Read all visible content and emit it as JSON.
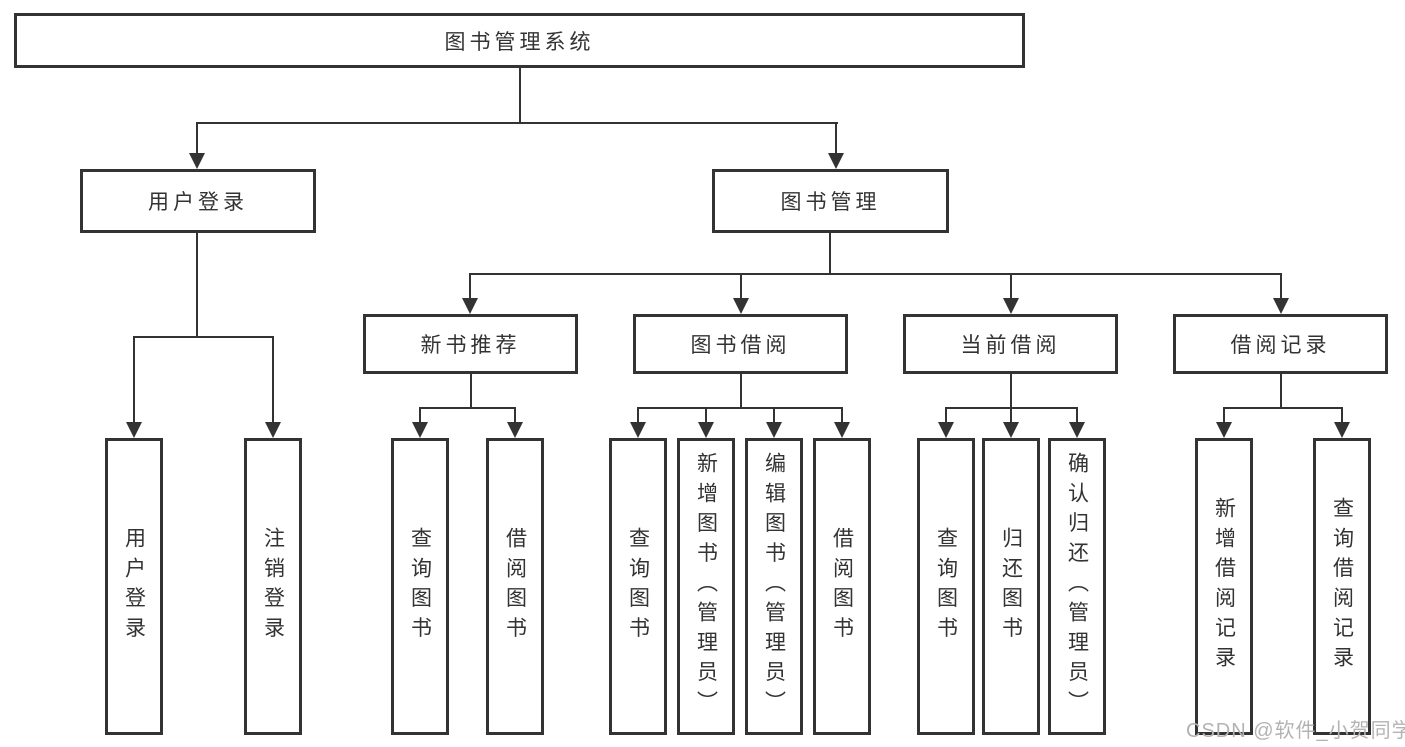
{
  "diagram": {
    "title": "图书管理系统",
    "user_login": {
      "label": "用户登录",
      "children": [
        {
          "label": "用户登录"
        },
        {
          "label": "注销登录"
        }
      ]
    },
    "book_mgmt": {
      "label": "图书管理",
      "sections": [
        {
          "label": "新书推荐",
          "children": [
            {
              "label": "查询图书"
            },
            {
              "label": "借阅图书"
            }
          ]
        },
        {
          "label": "图书借阅",
          "children": [
            {
              "label": "查询图书"
            },
            {
              "label": "新增图书（管理员）"
            },
            {
              "label": "编辑图书（管理员）"
            },
            {
              "label": "借阅图书"
            }
          ]
        },
        {
          "label": "当前借阅",
          "children": [
            {
              "label": "查询图书"
            },
            {
              "label": "归还图书"
            },
            {
              "label": "确认归还（管理员）"
            }
          ]
        },
        {
          "label": "借阅记录",
          "children": [
            {
              "label": "新增借阅记录"
            },
            {
              "label": "查询借阅记录"
            }
          ]
        }
      ]
    }
  },
  "watermark": {
    "text": "CSDN @软件_小贺同学"
  },
  "colors": {
    "line": "#333333",
    "box_background": "#ffffff",
    "text": "#333333",
    "watermark": "#b3b3b3"
  }
}
